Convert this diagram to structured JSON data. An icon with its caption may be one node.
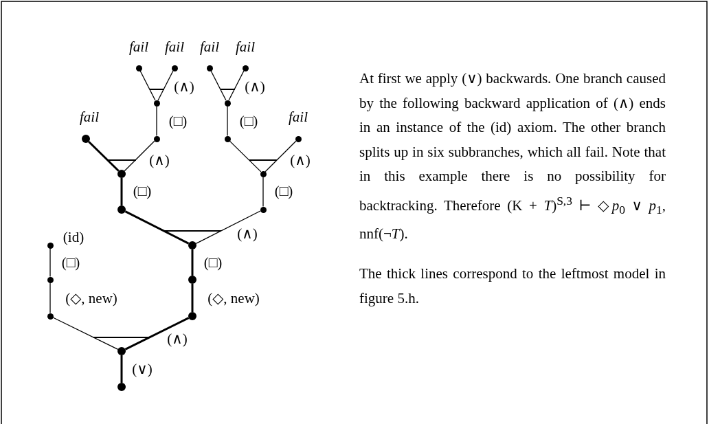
{
  "diagram": {
    "nodes": [
      {
        "text": [],
        "shape": "circle",
        "beside": [
          "fail"
        ]
      },
      {
        "text": [],
        "shape": "circle",
        "beside": [
          "fail"
        ]
      },
      {
        "text": [],
        "shape": "circle",
        "beside": [
          "fail"
        ]
      },
      {
        "text": [],
        "shape": "circle",
        "beside": [
          "fail"
        ]
      },
      {
        "text": [],
        "shape": "circle"
      },
      {
        "text": [],
        "shape": "circle"
      },
      {
        "text": [],
        "shape": "circle",
        "beside": [
          "fail"
        ]
      },
      {
        "text": [],
        "shape": "circle"
      },
      {
        "text": [],
        "shape": "circle"
      },
      {
        "text": [],
        "shape": "circle",
        "beside": [
          "fail"
        ]
      },
      {
        "text": [],
        "shape": "circle"
      },
      {
        "text": [],
        "shape": "circle"
      },
      {
        "text": [],
        "shape": "circle"
      },
      {
        "text": [],
        "shape": "circle"
      },
      {
        "text": [],
        "shape": "circle",
        "beside": [
          "(id)"
        ]
      },
      {
        "text": [],
        "shape": "circle"
      },
      {
        "text": [],
        "shape": "circle"
      },
      {
        "text": [],
        "shape": "circle"
      },
      {
        "text": [],
        "shape": "circle"
      },
      {
        "text": [],
        "shape": "circle"
      },
      {
        "text": [],
        "shape": "circle"
      },
      {
        "text": [],
        "shape": "circle"
      }
    ],
    "edges": [
      {
        "from": 21,
        "to": 20,
        "arrow": "none",
        "label": "(∨)",
        "style": "thick"
      },
      {
        "from": 20,
        "to": 18,
        "arrow": "none"
      },
      {
        "from": 20,
        "to": 19,
        "arrow": "none",
        "label": "(∧)",
        "style": "thick"
      },
      {
        "from": 18,
        "to": 16,
        "arrow": "none",
        "label": "(◇, new)"
      },
      {
        "from": 16,
        "to": 14,
        "arrow": "none",
        "label": "(□)"
      },
      {
        "from": 19,
        "to": 17,
        "arrow": "none",
        "label": "(◇, new)",
        "style": "thick"
      },
      {
        "from": 17,
        "to": 15,
        "arrow": "none",
        "label": "(□)",
        "style": "thick"
      },
      {
        "from": 15,
        "to": 12,
        "arrow": "none",
        "style": "thick"
      },
      {
        "from": 15,
        "to": 13,
        "arrow": "none",
        "label": "(∧)"
      },
      {
        "from": 12,
        "to": 10,
        "arrow": "none",
        "label": "(□)",
        "style": "thick"
      },
      {
        "from": 13,
        "to": 11,
        "arrow": "none",
        "label": "(□)"
      },
      {
        "from": 10,
        "to": 6,
        "arrow": "none",
        "style": "thick"
      },
      {
        "from": 10,
        "to": 7,
        "arrow": "none",
        "label": "(∧)"
      },
      {
        "from": 11,
        "to": 8,
        "arrow": "none"
      },
      {
        "from": 11,
        "to": 9,
        "arrow": "none",
        "label": "(∧)"
      },
      {
        "from": 7,
        "to": 4,
        "arrow": "none",
        "label": "(□)"
      },
      {
        "from": 8,
        "to": 5,
        "arrow": "none",
        "label": "(□)"
      },
      {
        "from": 4,
        "to": 0,
        "arrow": "none"
      },
      {
        "from": 4,
        "to": 1,
        "arrow": "none",
        "label": "(∧)"
      },
      {
        "from": 5,
        "to": 2,
        "arrow": "none"
      },
      {
        "from": 5,
        "to": 3,
        "arrow": "none",
        "label": "(∧)"
      }
    ],
    "labels": [
      "At first we apply (∨) backwards. One branch caused by the following backward application of (∧) ends in an instance of the (id) axiom. The other branch splits up in six subbranches, which all fail. Note that in this example there is no possibility for backtracking. Therefore (K + *T*)$^{S,3}$ ⊢ ◇*p*$_{0}$ ∨ *p*$_{1}$, nnf(¬*T*).",
      "The thick lines correspond to the leftmost model in figure 5.h."
    ]
  }
}
